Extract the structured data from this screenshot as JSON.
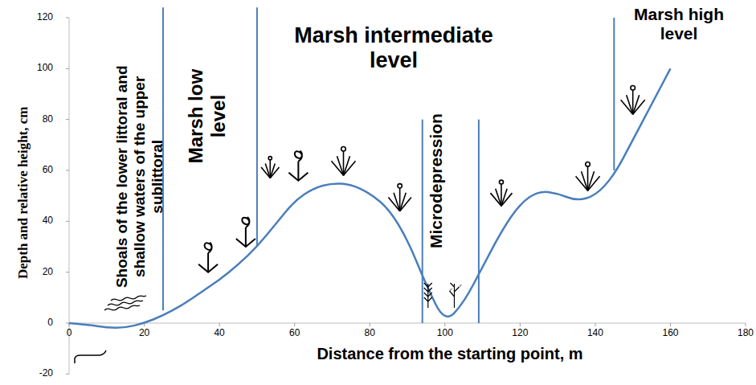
{
  "diagram": {
    "labels": [
      "120",
      "100",
      "80",
      "60",
      "40",
      "20",
      "0",
      "-20",
      "0",
      "20",
      "40",
      "60",
      "80",
      "100",
      "120",
      "140",
      "160",
      "180",
      "Depth and relative height, cm",
      "Distance from the starting point, m",
      "Shoals of the lower littoral and shallow waters of the upper sublittoral",
      "Marsh low level",
      "Marsh intermediate level",
      "Microdepression",
      "Marsh high level"
    ]
  }
}
